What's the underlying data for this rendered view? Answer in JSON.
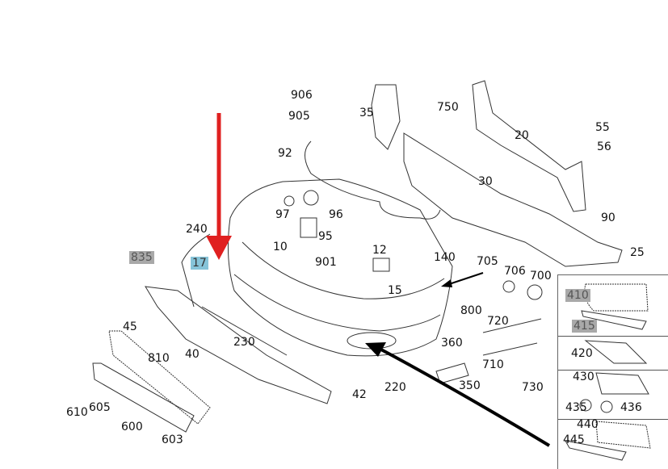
{
  "diagram": {
    "title": "Front bumper parts diagram",
    "labels": {
      "p906": "906",
      "p905": "905",
      "p35": "35",
      "p750": "750",
      "p55": "55",
      "p56": "56",
      "p20": "20",
      "p92": "92",
      "p30": "30",
      "p97": "97",
      "p96": "96",
      "p95": "95",
      "p90": "90",
      "p10": "10",
      "p240": "240",
      "p835": "835",
      "p17": "17",
      "p12": "12",
      "p140": "140",
      "p901": "901",
      "p705": "705",
      "p706": "706",
      "p700": "700",
      "p25": "25",
      "p15": "15",
      "p800": "800",
      "p720": "720",
      "p410": "410",
      "p415": "415",
      "p45": "45",
      "p810": "810",
      "p40": "40",
      "p230": "230",
      "p360": "360",
      "p420": "420",
      "p710": "710",
      "p430": "430",
      "p435": "435",
      "p436": "436",
      "p350": "350",
      "p220": "220",
      "p42": "42",
      "p730": "730",
      "p610": "610",
      "p605": "605",
      "p440": "440",
      "p445": "445",
      "p600": "600",
      "p603": "603"
    },
    "highlight_colors": {
      "gray": "#a9a9a9",
      "blue": "#86c4d9",
      "arrow_red": "#e02020",
      "arrow_black": "#000000"
    }
  }
}
